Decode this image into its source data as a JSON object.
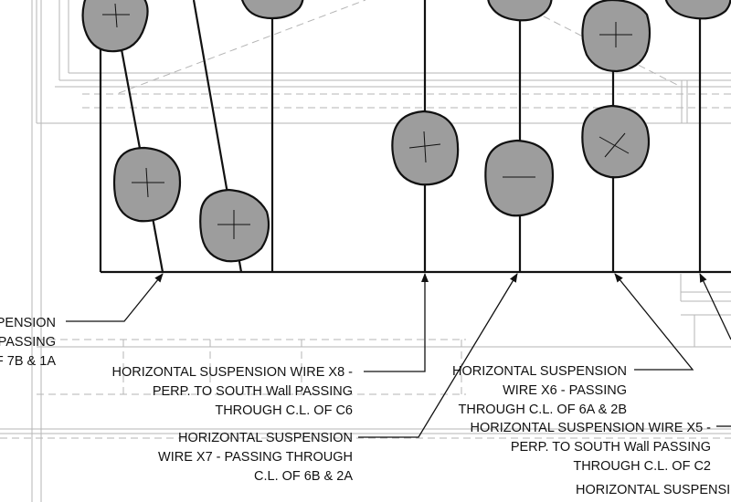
{
  "drawing": {
    "colors": {
      "ink": "#111111",
      "marker_fill": "#9d9d9d",
      "background_lines": "#b5b5b5",
      "background": "#ffffff"
    },
    "callouts": {
      "left_partial": {
        "line1": "SPENSION",
        "line2": "PASSING",
        "line3": "F 7B & 1A"
      },
      "x8": {
        "line1": "HORIZONTAL SUSPENSION WIRE X8 -",
        "line2": "PERP. TO SOUTH Wall PASSING",
        "line3": "THROUGH C.L. OF C6"
      },
      "x7": {
        "line1": "HORIZONTAL SUSPENSION",
        "line2": "WIRE X7 - PASSING THROUGH",
        "line3": "C.L. OF 6B & 2A"
      },
      "x6": {
        "line1": "HORIZONTAL SUSPENSION",
        "line2": "WIRE X6 - PASSING",
        "line3": "THROUGH C.L. OF 6A & 2B"
      },
      "x5": {
        "line1": "HORIZONTAL SUSPENSION WIRE X5 -",
        "line2": "PERP. TO SOUTH Wall PASSING",
        "line3": "THROUGH C.L. OF C2"
      },
      "bottom_partial": {
        "line1": "HORIZONTAL SUSPENSIO"
      }
    },
    "markers": [
      "hanger-marker",
      "hanger-marker",
      "hanger-marker",
      "hanger-marker",
      "hanger-marker",
      "hanger-marker",
      "hanger-marker",
      "hanger-marker",
      "hanger-marker",
      "hanger-marker",
      "hanger-marker",
      "hanger-marker"
    ]
  }
}
